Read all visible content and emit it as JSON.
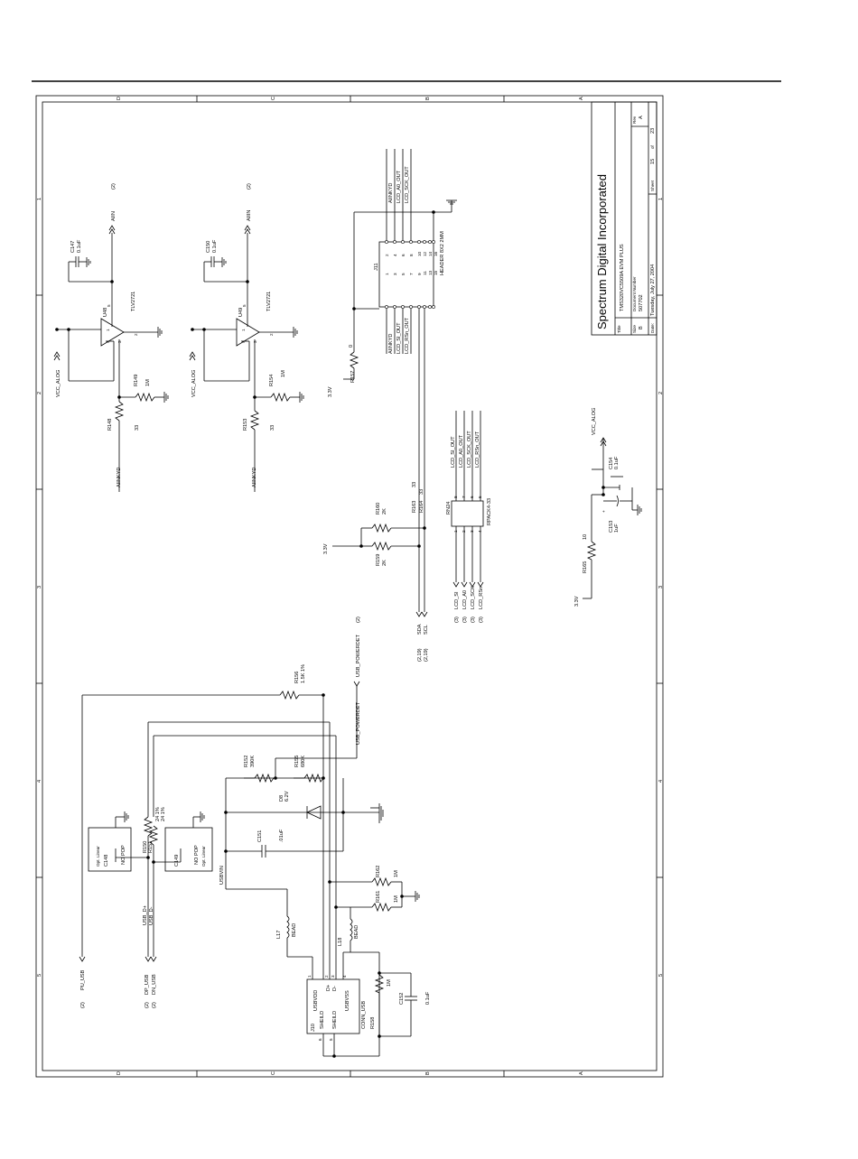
{
  "title_block": {
    "company": "Spectrum Digital Incorporated",
    "title_label": "Title",
    "title": "TMS320VC5509A  EVM PLUS",
    "size_label": "Size",
    "size": "B",
    "docnum_label": "Document Number",
    "docnum": "507702",
    "rev_label": "Rev",
    "rev": "A",
    "date_label": "Date:",
    "date": "Tuesday, July 27, 2004",
    "sheet_label": "Sheet",
    "sheet": "15",
    "of_label": "of",
    "of": "23"
  },
  "border_zones": {
    "letters": [
      "D",
      "C",
      "B",
      "A"
    ],
    "numbers": [
      "1",
      "2",
      "3",
      "4",
      "5"
    ]
  },
  "opamp1": {
    "ref": "U48",
    "part": "TLV2721",
    "cap_ref": "C147",
    "cap_val": "0.1uF",
    "out_net": "AIIN",
    "out_sheet": "(2)",
    "supply": "VCC_ALOG",
    "rin_ref": "R148",
    "rin_val": "33",
    "rpd_ref": "R149",
    "rpd_val": "1M",
    "in_net": "AIINKYD",
    "pin_plus": "3",
    "pin_minus": "4",
    "pin_out": "1",
    "pin_v": "5",
    "pin_g": "2"
  },
  "opamp2": {
    "ref": "U49",
    "part": "TLV2721",
    "cap_ref": "C150",
    "cap_val": "0.1uF",
    "out_net": "AIIIN",
    "out_sheet": "(2)",
    "supply": "VCC_ALOG",
    "rin_ref": "R153",
    "rin_val": "33",
    "rpd_ref": "R154",
    "rpd_val": "1M",
    "in_net": "AIINKYD",
    "pin_plus": "3",
    "pin_minus": "4",
    "pin_out": "1",
    "pin_v": "5",
    "pin_g": "2"
  },
  "header": {
    "ref": "J11",
    "part": "HEADER 8X2 2MM",
    "left_pins": [
      "1",
      "3",
      "5",
      "7",
      "9",
      "11",
      "13",
      "15"
    ],
    "right_pins": [
      "2",
      "4",
      "6",
      "8",
      "10",
      "12",
      "14",
      "16"
    ],
    "left_nets": [
      "AIINKYD",
      "LCD_SI_OUT",
      "LCD_RSn_OUT"
    ],
    "right_nets": [
      "AIINKYD",
      "LCD_A0_OUT",
      "LCD_SCK_OUT"
    ],
    "pull_ref": "R157",
    "pull_val": "0",
    "supply": "3.3V"
  },
  "i2c": {
    "r160_ref": "R160",
    "r160_val": "2K",
    "r159_ref": "R159",
    "r159_val": "2K",
    "supply": "3.3V",
    "r163_ref": "R163",
    "r163_val": "33",
    "r164_ref": "R164",
    "r164_val": "33",
    "sda": "SDA",
    "scl": "SCL",
    "sda_sheet": "(2,19)",
    "scl_sheet": "(2,19)"
  },
  "rpack": {
    "ref": "RN24",
    "part": "RPACK4-33",
    "pins_top": [
      "8",
      "7",
      "6",
      "5"
    ],
    "pins_bot": [
      "1",
      "2",
      "3",
      "4"
    ],
    "out_nets": [
      "LCD_SI_OUT",
      "LCD_A0_OUT",
      "LCD_SCK_OUT",
      "LCD_RSn_OUT"
    ],
    "in_nets": [
      "LCD_SI",
      "LCD_A0",
      "LCD_SCK",
      "LCD_RSn"
    ],
    "in_sheets": [
      "(3)",
      "(3)",
      "(3)",
      "(3)"
    ]
  },
  "filter": {
    "supply": "3.3V",
    "r_ref": "R165",
    "r_val": "10",
    "c153_ref": "C153",
    "c153_val": "1uF",
    "c154_ref": "C154",
    "c154_val": "0.1uF",
    "out_net": "VCC_ALOG",
    "plus": "+"
  },
  "usb": {
    "conn_ref": "J10",
    "conn_part": "CONN_USB",
    "pin_vdd": "USBVDD",
    "pin_dp": "D+",
    "pin_dm": "D-",
    "pin_vss": "USBVSS",
    "pin_sh1": "SHEILD",
    "pin_sh2": "SHEILD",
    "pins": [
      "1",
      "2",
      "3",
      "4",
      "6",
      "5"
    ],
    "l17_ref": "L17",
    "l17_val": "BEAD",
    "l18_ref": "L18",
    "l18_val": "BEAD",
    "usbvin": "USBVIN",
    "c151_ref": "C151",
    "c151_val": ".01uF",
    "d_ref": "D8",
    "d_val": "6.2V",
    "r152_ref": "R152",
    "r152_val": "390K",
    "r155_ref": "R155",
    "r155_val": "680K",
    "r156_ref": "R156",
    "r156_val": "1.5K 1%",
    "pwrdet": "USB_POWERDET",
    "pwrdet_sheet": "(2)",
    "pwrdet_label": "USB_POWERDET",
    "r161_ref": "R161",
    "r161_val": "1M",
    "r162_ref": "R162",
    "r162_val": "1M",
    "r158_ref": "R158",
    "r158_val": "1M",
    "c152_ref": "C152",
    "c152_val": "0.1uF",
    "r150_ref": "R150",
    "r150_val": "24 1%",
    "r151_ref": "R151",
    "r151_val": "24 1%",
    "c148_ref": "C148",
    "c148_val": "NO POP",
    "c148_opt": "Opt. Linear",
    "c149_ref": "C149",
    "c149_val": "NO POP",
    "c149_opt": "Opt. Linear",
    "usb_dp": "USB_D+",
    "usb_dm": "USB_D-",
    "dp_net": "DP_USB",
    "dn_net": "DN_USB",
    "pu_net": "PU_USB",
    "dp_sheet": "(2)",
    "dn_sheet": "(2)",
    "pu_sheet": "(2)"
  }
}
